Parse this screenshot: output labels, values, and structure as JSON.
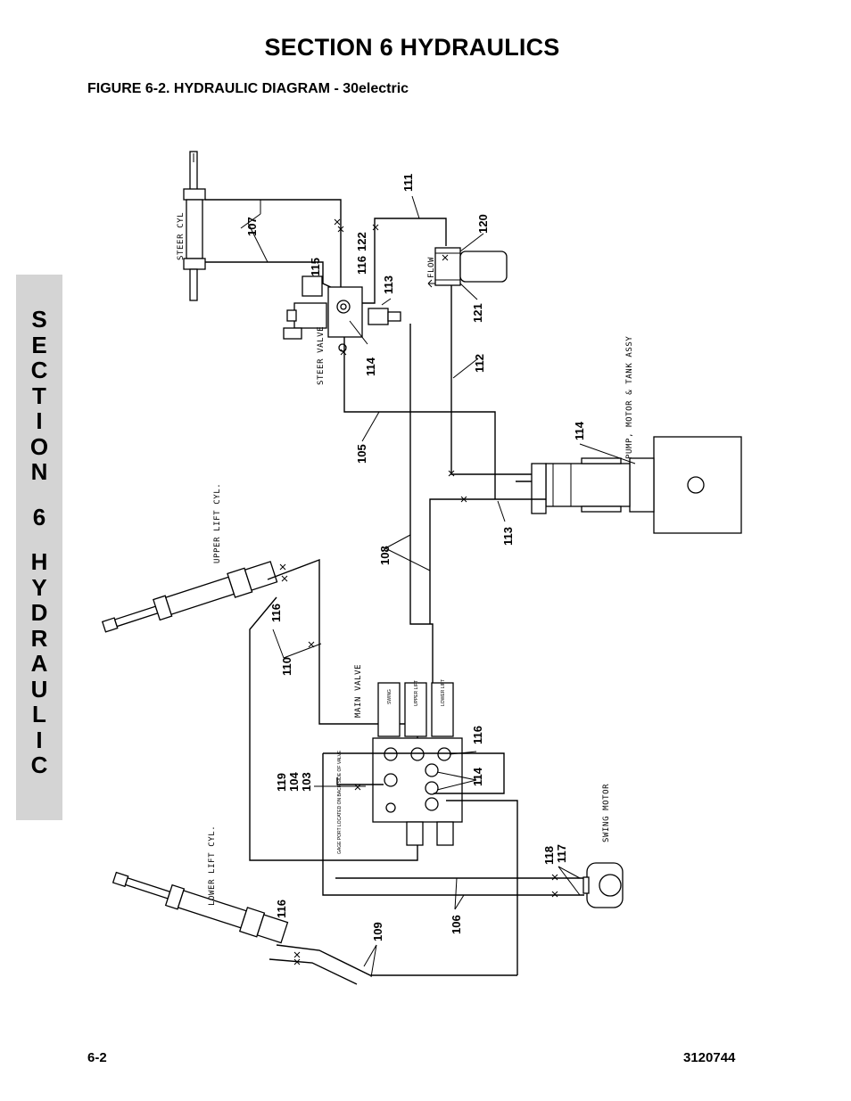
{
  "header": {
    "section_title": "SECTION 6  HYDRAULICS",
    "figure_title": "FIGURE 6-2.    HYDRAULIC DIAGRAM - 30electric"
  },
  "side_tab": {
    "letters": [
      "S",
      "E",
      "C",
      "T",
      "I",
      "O",
      "N",
      "",
      "6",
      "",
      "H",
      "Y",
      "D",
      "R",
      "A",
      "U",
      "L",
      "I",
      "C"
    ]
  },
  "footer": {
    "page_number": "6-2",
    "doc_number": "3120744"
  },
  "diagram": {
    "components": {
      "steer_cyl": "STEER CYL",
      "steer_valve": "STEER VALVE",
      "flow": "FLOW",
      "pump_assy": "PUMP, MOTOR & TANK ASSY",
      "upper_lift_cyl": "UPPER LIFT CYL.",
      "main_valve": "MAIN VALVE",
      "lower_lift_cyl": "LOWER LIFT CYL.",
      "swing_motor": "SWING MOTOR",
      "gauge_note": "GAGE PORT LOCATED ON BACK SIDE OF VALVE",
      "coil_swing": "SWING",
      "coil_upper": "UPPER LIFT",
      "coil_lower": "LOWER LIFT"
    },
    "callouts": {
      "c107": "107",
      "c111": "111",
      "c115": "115",
      "c116_top": "116",
      "c122": "122",
      "c120": "120",
      "c113_top": "113",
      "c121": "121",
      "c114_top": "114",
      "c112": "112",
      "c105": "105",
      "c114_pump": "114",
      "c108": "108",
      "c113_mid": "113",
      "c116_upper": "116",
      "c110": "110",
      "c116_main": "116",
      "c119": "119",
      "c104": "104",
      "c103": "103",
      "c114_main": "114",
      "c118": "118",
      "c117": "117",
      "c116_lower": "116",
      "c109": "109",
      "c106": "106"
    }
  }
}
